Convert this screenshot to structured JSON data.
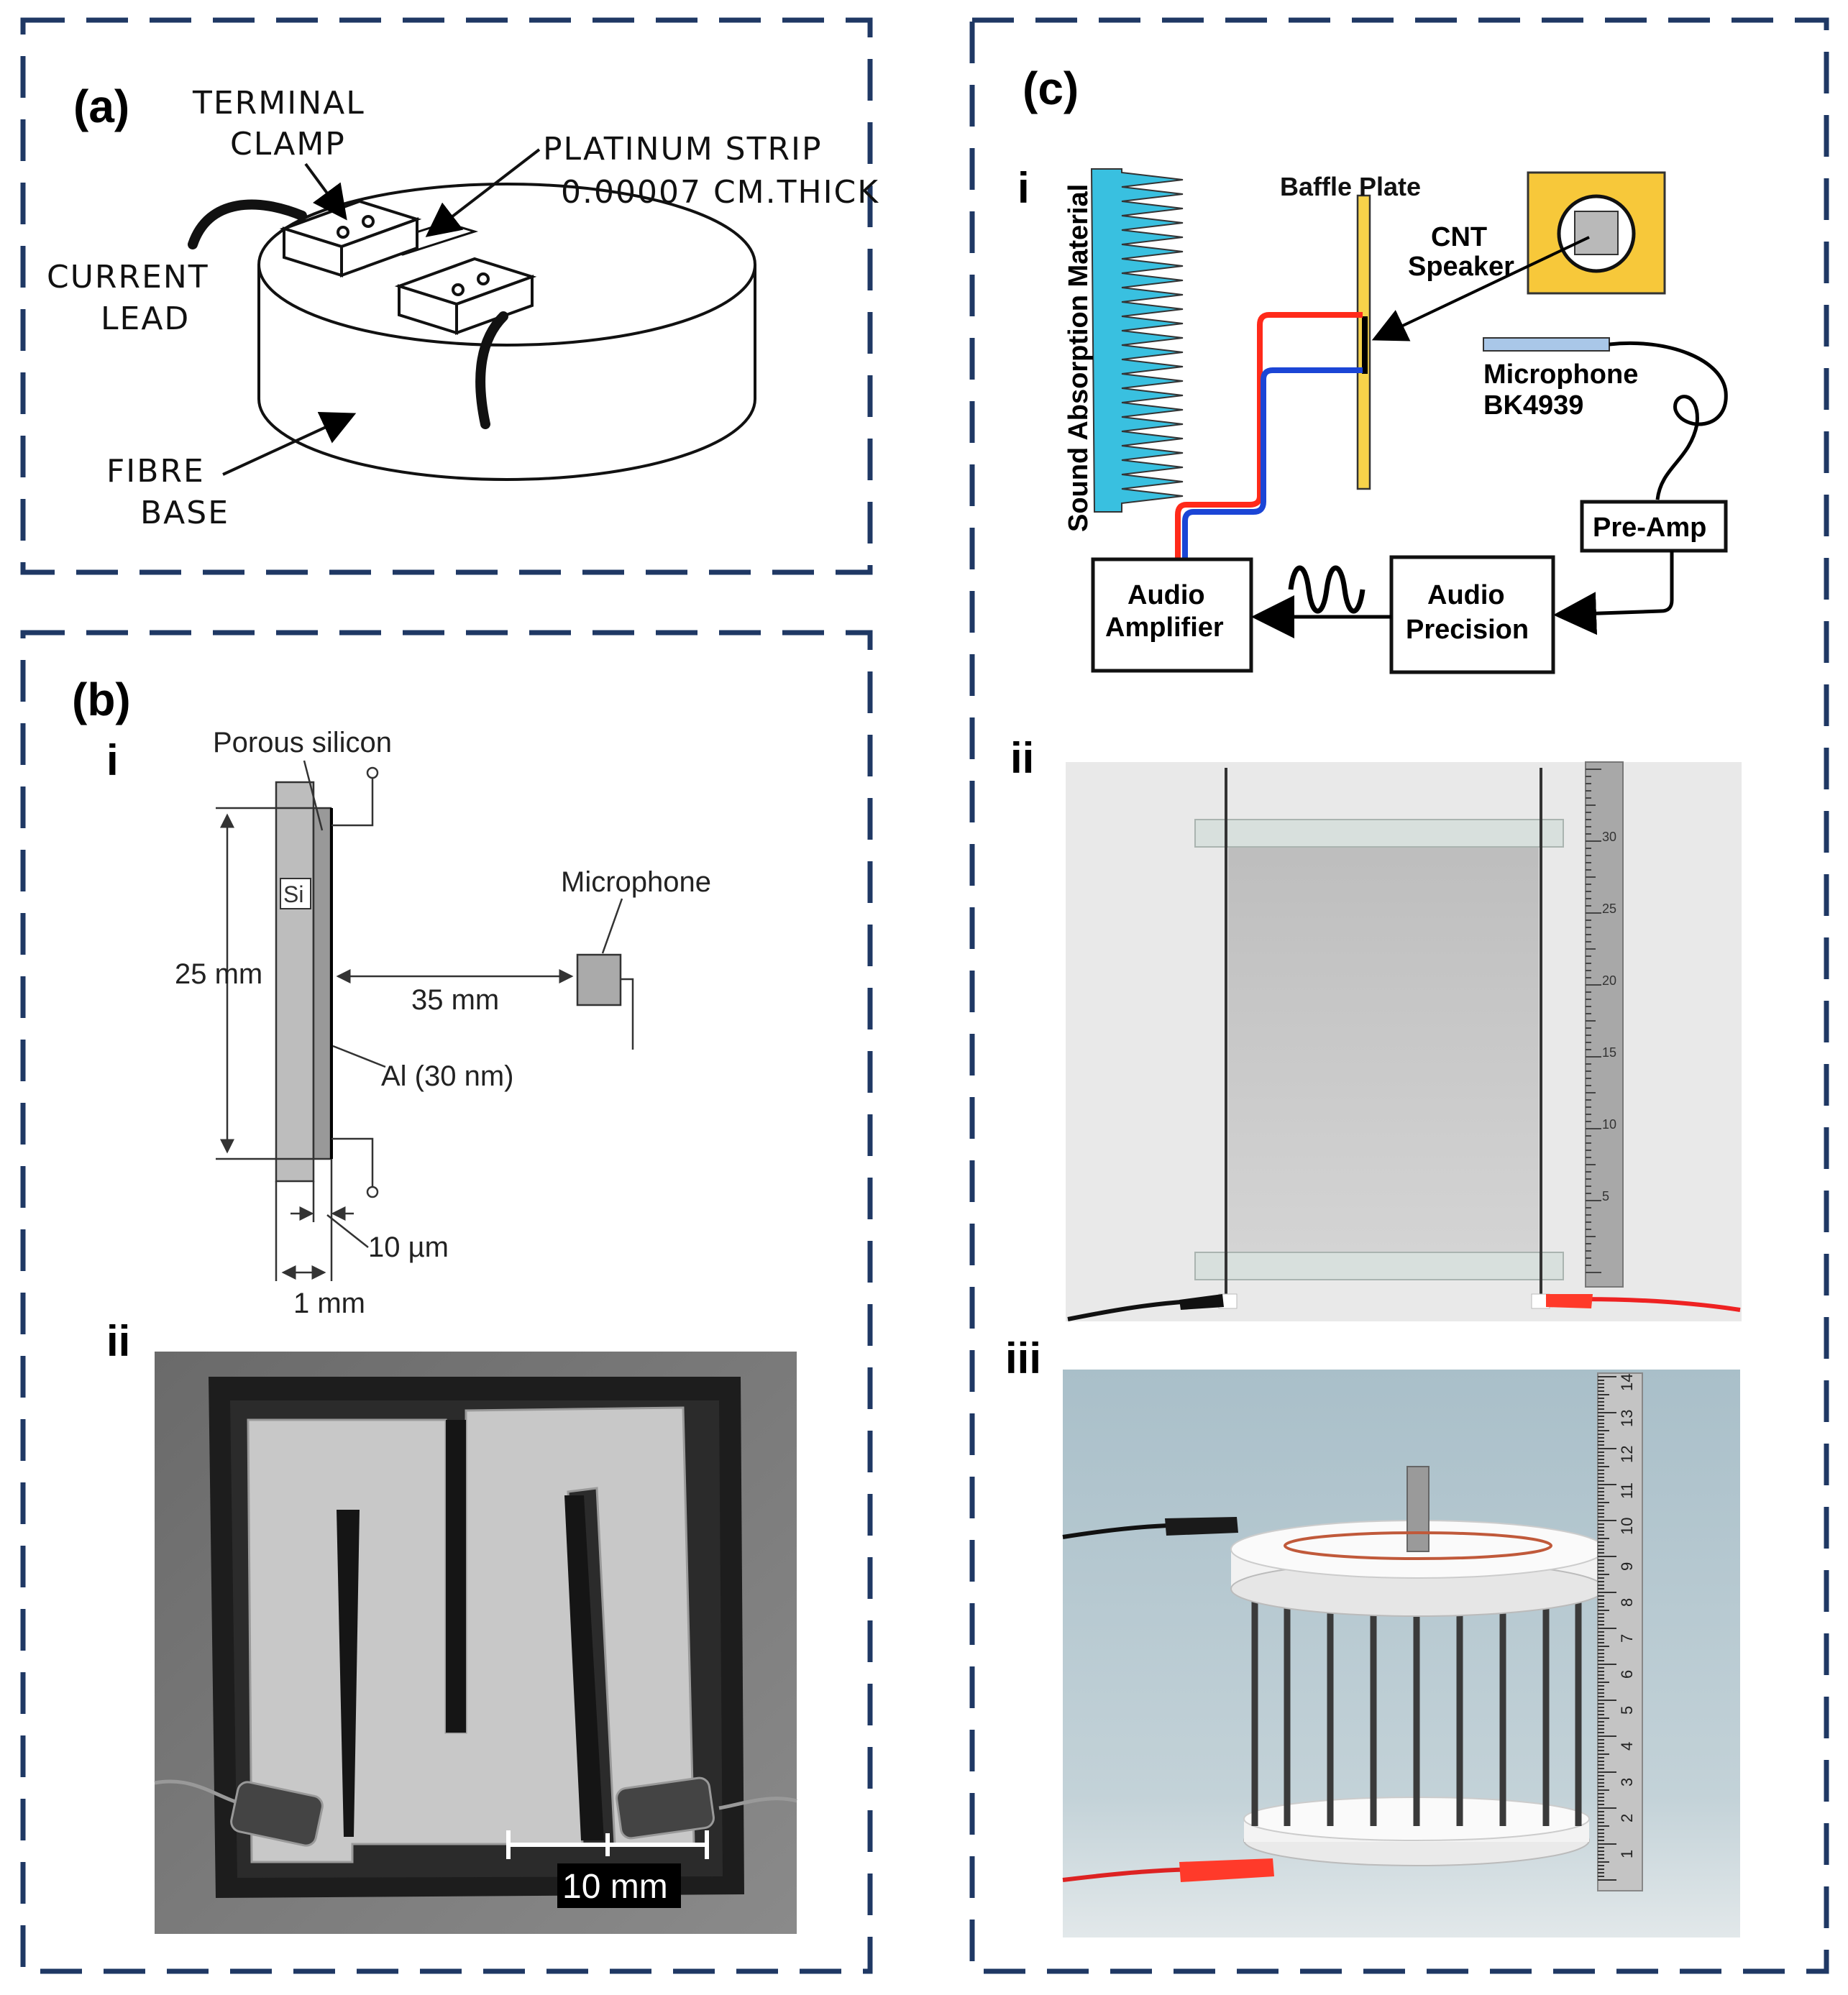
{
  "panel_a": {
    "label": "(a)",
    "terminal_clamp": [
      "TERMINAL",
      "CLAMP"
    ],
    "platinum_strip": [
      "PLATINUM STRIP",
      "0.00007 CM.THICK"
    ],
    "current_lead": [
      "CURRENT",
      "LEAD"
    ],
    "fibre_base": [
      "FIBRE",
      "BASE"
    ]
  },
  "panel_b": {
    "label": "(b)",
    "sub_i": "i",
    "sub_ii": "ii",
    "porous_silicon": "Porous silicon",
    "si": "Si",
    "microphone": "Microphone",
    "height_25": "25 mm",
    "dist_35": "35 mm",
    "al_layer": "Al (30 nm)",
    "thick_10": "10 µm",
    "width_1": "1 mm",
    "scale_bar": "10 mm"
  },
  "panel_c": {
    "label": "(c)",
    "sub_i": "i",
    "sub_ii": "ii",
    "sub_iii": "iii",
    "sound_absorption": "Sound Absorption Material",
    "baffle_plate": "Baffle Plate",
    "cnt_speaker": [
      "CNT",
      "Speaker"
    ],
    "microphone": [
      "Microphone",
      "BK4939"
    ],
    "pre_amp": "Pre-Amp",
    "audio_amplifier": [
      "Audio",
      "Amplifier"
    ],
    "audio_precision": [
      "Audio",
      "Precision"
    ],
    "ruler_numbers_ii": [
      "30",
      "25",
      "20",
      "15",
      "10",
      "5"
    ],
    "ruler_numbers_iii": [
      "14",
      "13",
      "12",
      "11",
      "10",
      "9",
      "8",
      "7",
      "6",
      "5",
      "4",
      "3",
      "2",
      "1"
    ]
  },
  "colors": {
    "frame": "#1f3864",
    "cnt_blue": "#39c0e0",
    "baffle_yellow": "#f7d34a",
    "wire_red": "#ff2a1a",
    "wire_blue": "#1b45d6"
  }
}
